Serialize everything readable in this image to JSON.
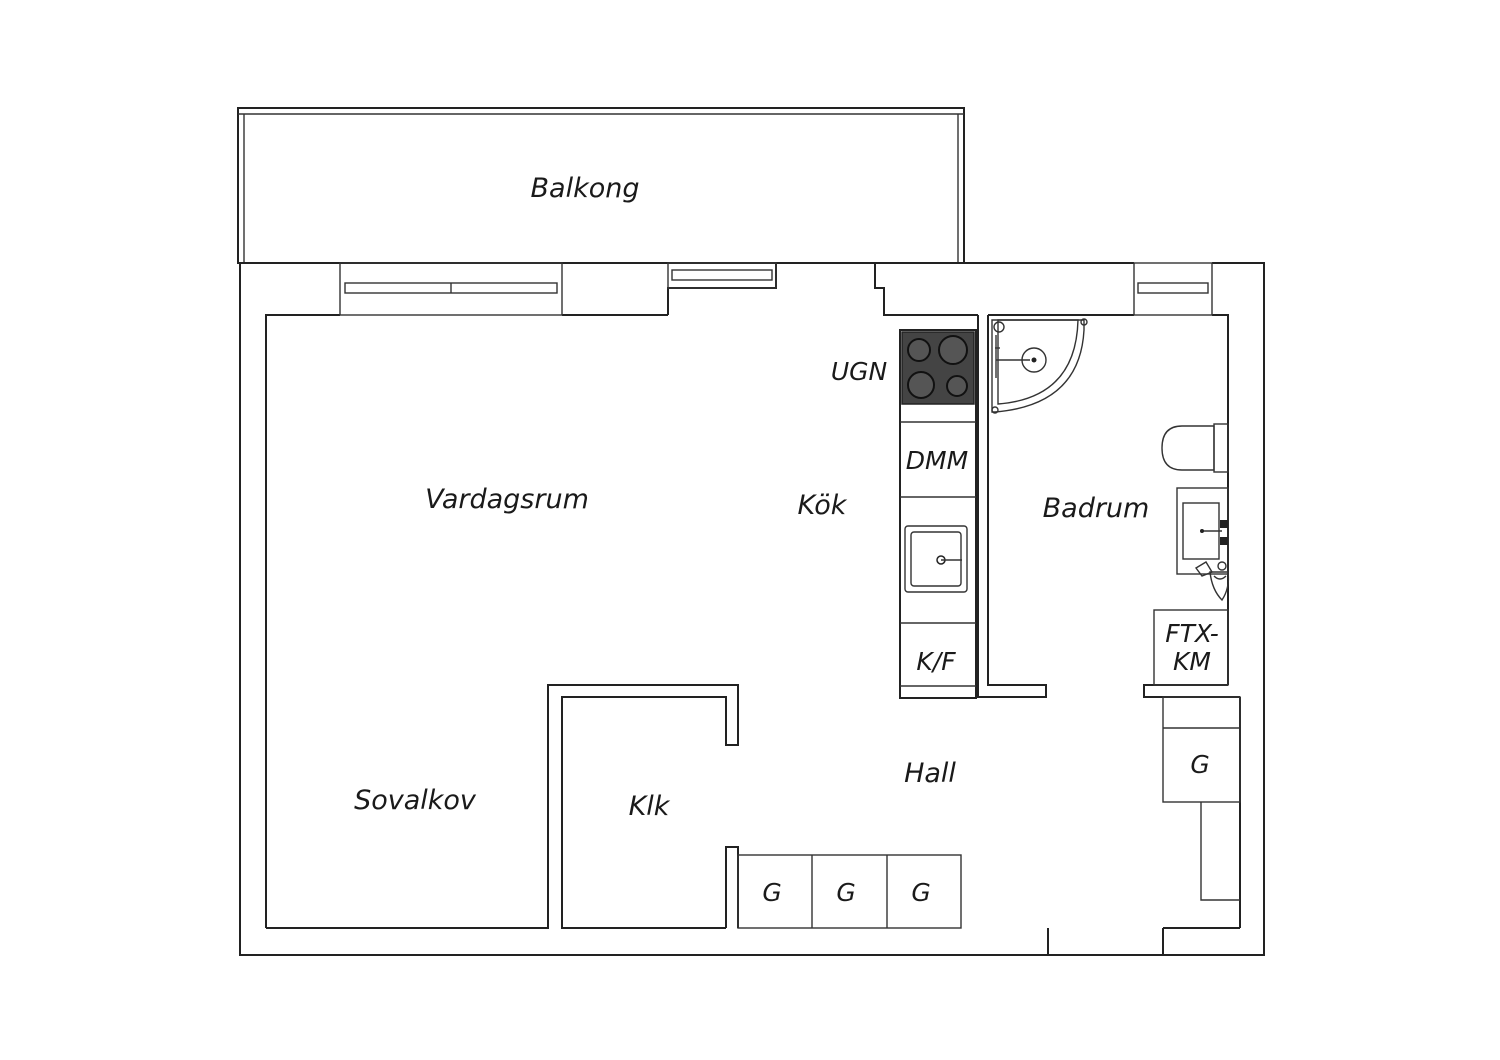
{
  "rooms": {
    "balcony": "Balkong",
    "living_room": "Vardagsrum",
    "kitchen": "Kök",
    "bathroom": "Badrum",
    "alcove": "Sovalkov",
    "closet": "Klk",
    "hall": "Hall"
  },
  "fixtures": {
    "oven": "UGN",
    "dishwasher": "DMM",
    "fridge_freezer": "K/F",
    "ventilation_line1": "FTX-",
    "ventilation_line2": "KM",
    "wardrobe_hall": "G",
    "wardrobe_1": "G",
    "wardrobe_2": "G",
    "wardrobe_3": "G"
  },
  "colors": {
    "line": "#222222",
    "background": "#ffffff",
    "stove": "#444444"
  }
}
